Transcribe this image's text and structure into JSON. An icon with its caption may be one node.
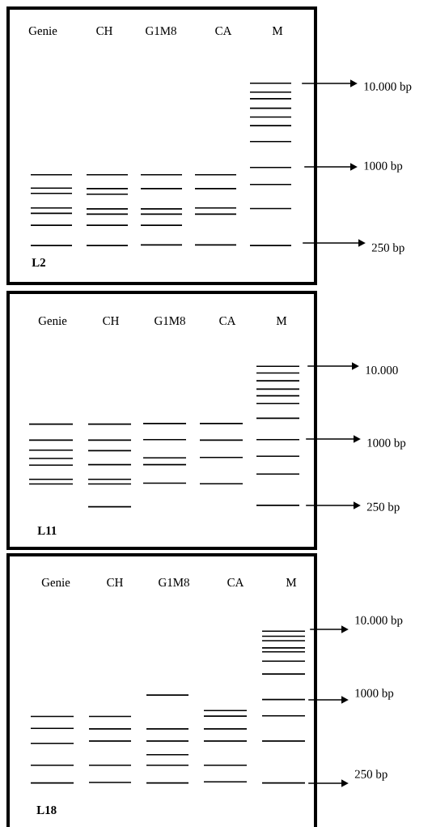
{
  "diagram": {
    "nodes": [
      {
        "text": [
          "Genie",
          "CH",
          "G1M8",
          "CA",
          "M",
          "L2"
        ]
      },
      {
        "text": [
          "10.000 bp"
        ]
      },
      {
        "text": [
          "1000 bp"
        ]
      },
      {
        "text": [
          "250 bp"
        ]
      },
      {
        "text": [
          "Genie",
          "CH",
          "G1M8",
          "CA",
          "M",
          "L11"
        ]
      },
      {
        "text": [
          "10.000"
        ]
      },
      {
        "text": [
          "1000 bp"
        ]
      },
      {
        "text": [
          "250 bp"
        ]
      },
      {
        "text": [
          "Genie",
          "CH",
          "G1M8",
          "CA",
          "M",
          "L18"
        ]
      },
      {
        "text": [
          "10.000 bp"
        ]
      },
      {
        "text": [
          "1000 bp"
        ]
      },
      {
        "text": [
          "250 bp"
        ]
      }
    ],
    "edges": [
      {
        "from": 0,
        "to": 1,
        "arrow": "to"
      },
      {
        "from": 0,
        "to": 2,
        "arrow": "to"
      },
      {
        "from": 0,
        "to": 3,
        "arrow": "to"
      },
      {
        "from": 4,
        "to": 5,
        "arrow": "to"
      },
      {
        "from": 4,
        "to": 6,
        "arrow": "to"
      },
      {
        "from": 4,
        "to": 7,
        "arrow": "to"
      },
      {
        "from": 8,
        "to": 9,
        "arrow": "to"
      },
      {
        "from": 8,
        "to": 10,
        "arrow": "to"
      },
      {
        "from": 8,
        "to": 11,
        "arrow": "to"
      }
    ]
  }
}
